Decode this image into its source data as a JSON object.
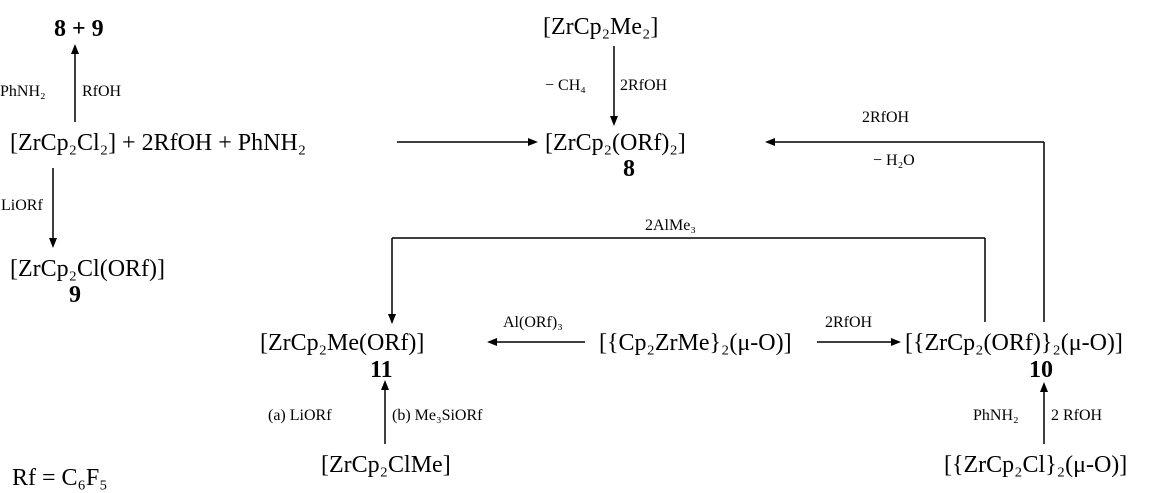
{
  "compounds": {
    "products_8_9": "8 + 9",
    "zr_cp2_me2": "[ZrCp₂Me₂]",
    "zr_cp2cl2_mix": "[ZrCp₂Cl₂] + 2RfOH + PhNH₂",
    "zr_cp2_orf2": "[ZrCp₂(ORf)₂]",
    "zr_cp2_cl_orf": "[ZrCp₂Cl(ORf)]",
    "zr_cp2_me_orf": "[ZrCp₂Me(ORf)]",
    "cp2zrme_mu_o": "[{Cp₂ZrMe}₂(μ-O)]",
    "zrcp2_orf_mu_o": "[{ZrCp₂(ORf)}₂(μ-O)]",
    "zr_cp2_cl_me": "[ZrCp₂ClMe]",
    "zrcp2cl_mu_o": "[{ZrCp₂Cl}₂(μ-O)]"
  },
  "numbers": {
    "n8": "8",
    "n9": "9",
    "n10": "10",
    "n11": "11"
  },
  "reagents": {
    "phnh2_left": "PhNH₂",
    "rfoh_top": "RfOH",
    "minus_ch4": "− CH₄",
    "two_rfoh_down": "2RfOH",
    "two_rfoh_right": "2RfOH",
    "minus_h2o": "− H₂O",
    "liorf": "LiORf",
    "two_alme3": "2AlMe₃",
    "al_orf3": "Al(ORf)₃",
    "two_rfoh_mu": "2RfOH",
    "a_liorf": "(a) LiORf",
    "b_me3siorf": "(b) Me₃SiORf",
    "phnh2_right": "PhNH₂",
    "two_rfoh_space": "2 RfOH"
  },
  "footnote": "Rf = C₆F₅"
}
